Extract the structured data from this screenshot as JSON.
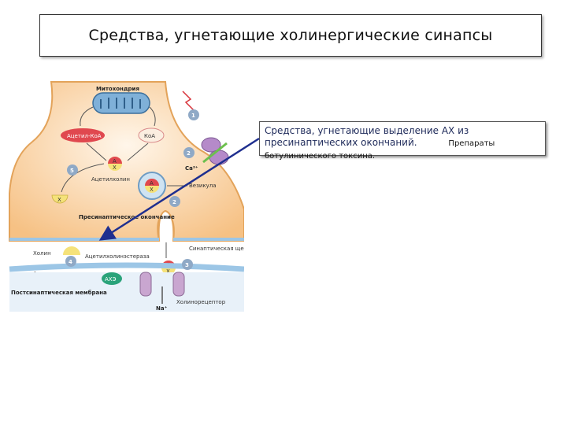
{
  "slide": {
    "title": "Средства, угнетающие холинергические синапсы",
    "callout": {
      "main": "Средства, угнетающие выделение АХ из пресинаптических окончаний.",
      "drug": "Препараты ботулинического токсина."
    }
  },
  "diagram": {
    "labels": {
      "mitochondria": "Митохондрия",
      "acetyl_coa": "Ацетил-КоА",
      "coa": "КоА",
      "acetylcholine": "Ацетилхолин",
      "vesicle": "Везикула",
      "presynaptic": "Пресинаптическое окончание",
      "choline": "Холин",
      "acetylcholinesterase": "Ацетилхолинэстераза",
      "synaptic_cleft": "Синаптическая щель",
      "acetyl": "Ацетил",
      "ache": "АХЭ",
      "postsynaptic": "Постсинаптическая мембрана",
      "na": "Na⁺",
      "ca": "Ca²⁺",
      "cholinoreceptor": "Холинорецептор",
      "a": "А",
      "x": "Х"
    },
    "steps": [
      "1",
      "2",
      "2",
      "3",
      "4",
      "5"
    ],
    "colors": {
      "terminal": "#f7c98b",
      "mitochondria": "#7fb0d8",
      "acetyl": "#e0484f",
      "choline": "#f5e27a",
      "ache": "#2aa37a",
      "receptor": "#c9a6d0",
      "membrane": "#9cc6e6",
      "step_badge": "#8fa9c6",
      "arrow": "#1f2f8f"
    }
  }
}
